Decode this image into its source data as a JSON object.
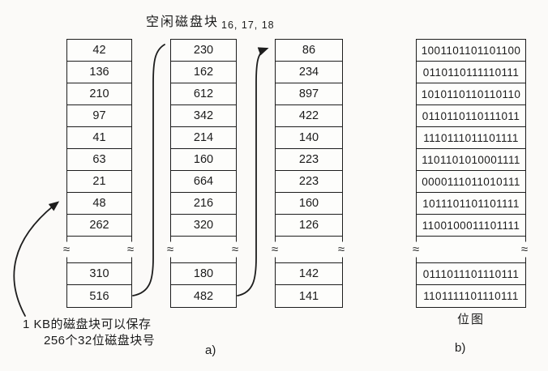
{
  "title": {
    "text": "空闲磁盘块",
    "subscript": "16, 17, 18"
  },
  "free_block_lists": [
    {
      "cells": [
        "42",
        "136",
        "210",
        "97",
        "41",
        "63",
        "21",
        "48",
        "262"
      ],
      "after_break": [
        "310",
        "516"
      ]
    },
    {
      "cells": [
        "230",
        "162",
        "612",
        "342",
        "214",
        "160",
        "664",
        "216",
        "320"
      ],
      "after_break": [
        "180",
        "482"
      ]
    },
    {
      "cells": [
        "86",
        "234",
        "897",
        "422",
        "140",
        "223",
        "223",
        "160",
        "126"
      ],
      "after_break": [
        "142",
        "141"
      ]
    }
  ],
  "bitmap": {
    "cells": [
      "1001101101101100",
      "0110110111110111",
      "1010110110110110",
      "0110110110111011",
      "1110111011101111",
      "1101101010001111",
      "0000111011010111",
      "1011101101101111",
      "1100100011101111"
    ],
    "after_break": [
      "0111011101110111",
      "1101111101110111"
    ],
    "label": "位图"
  },
  "notes": {
    "line1": "1 KB的磁盘块可以保存",
    "line2": "256个32位磁盘块号"
  },
  "sub_labels": {
    "a": "a)",
    "b": "b)"
  },
  "break_mark": "≈",
  "colors": {
    "ink": "#1d1d1d",
    "paper": "#fbfaf8"
  }
}
